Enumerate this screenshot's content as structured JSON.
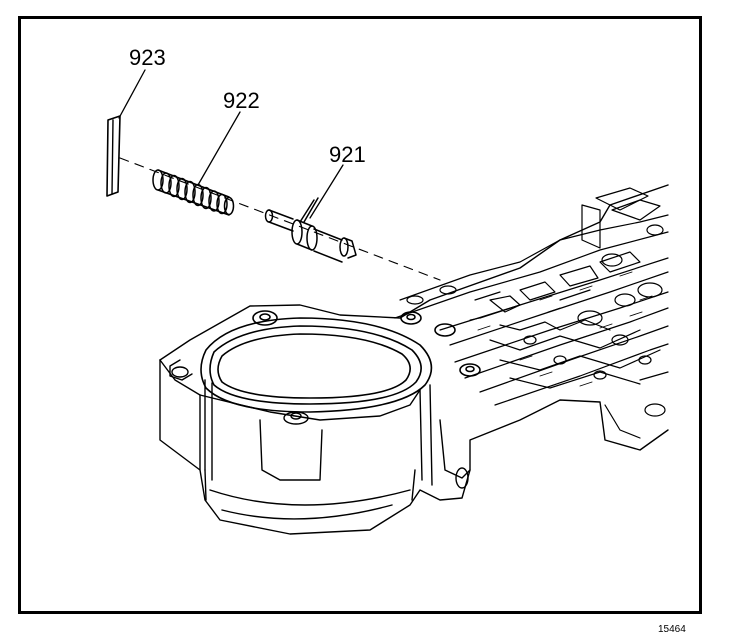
{
  "diagram": {
    "callouts": [
      {
        "id": "923",
        "label": "923"
      },
      {
        "id": "922",
        "label": "922"
      },
      {
        "id": "921",
        "label": "921"
      }
    ],
    "figure_code": "15464"
  },
  "colors": {
    "line": "#000000",
    "background": "#ffffff"
  }
}
